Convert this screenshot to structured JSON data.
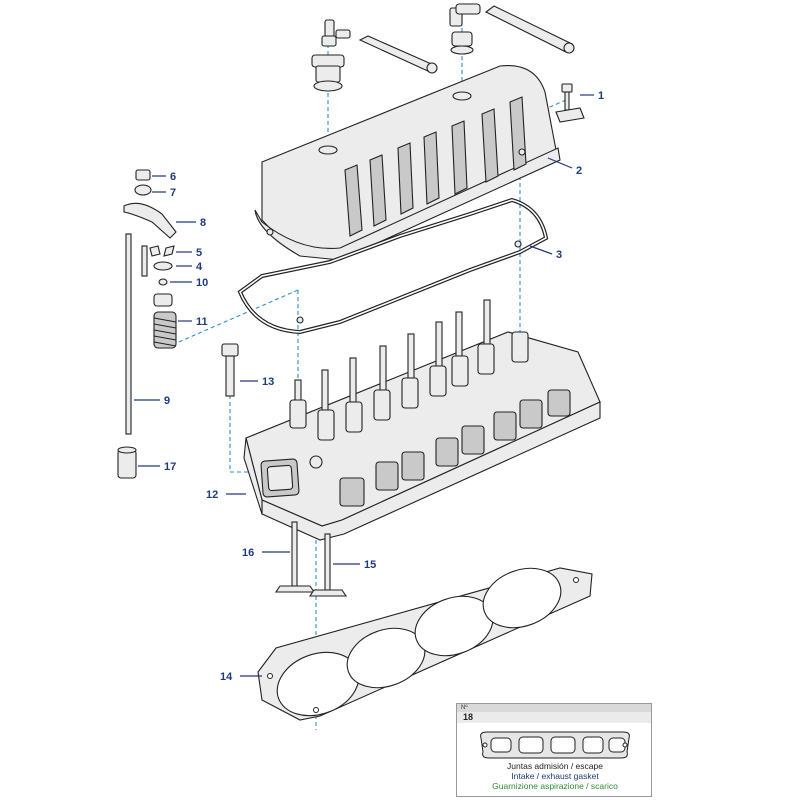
{
  "callouts": [
    {
      "id": "1",
      "label": "1"
    },
    {
      "id": "2",
      "label": "2"
    },
    {
      "id": "3",
      "label": "3"
    },
    {
      "id": "4",
      "label": "4"
    },
    {
      "id": "5",
      "label": "5"
    },
    {
      "id": "6",
      "label": "6"
    },
    {
      "id": "7",
      "label": "7"
    },
    {
      "id": "8",
      "label": "8"
    },
    {
      "id": "9",
      "label": "9"
    },
    {
      "id": "10",
      "label": "10"
    },
    {
      "id": "11",
      "label": "11"
    },
    {
      "id": "12",
      "label": "12"
    },
    {
      "id": "13",
      "label": "13"
    },
    {
      "id": "14",
      "label": "14"
    },
    {
      "id": "15",
      "label": "15"
    },
    {
      "id": "16",
      "label": "16"
    },
    {
      "id": "17",
      "label": "17"
    }
  ],
  "inset": {
    "header": "Nº",
    "number": "18",
    "name_es": "Juntas admisión / escape",
    "name_en": "Intake / exhaust gasket",
    "name_it": "Guarnizione aspirazione / scarico"
  },
  "colors": {
    "callout": "#1f3a7a",
    "centerline": "#2a8fd0",
    "english": "#1f3a7a",
    "italian": "#2e8b3a"
  }
}
